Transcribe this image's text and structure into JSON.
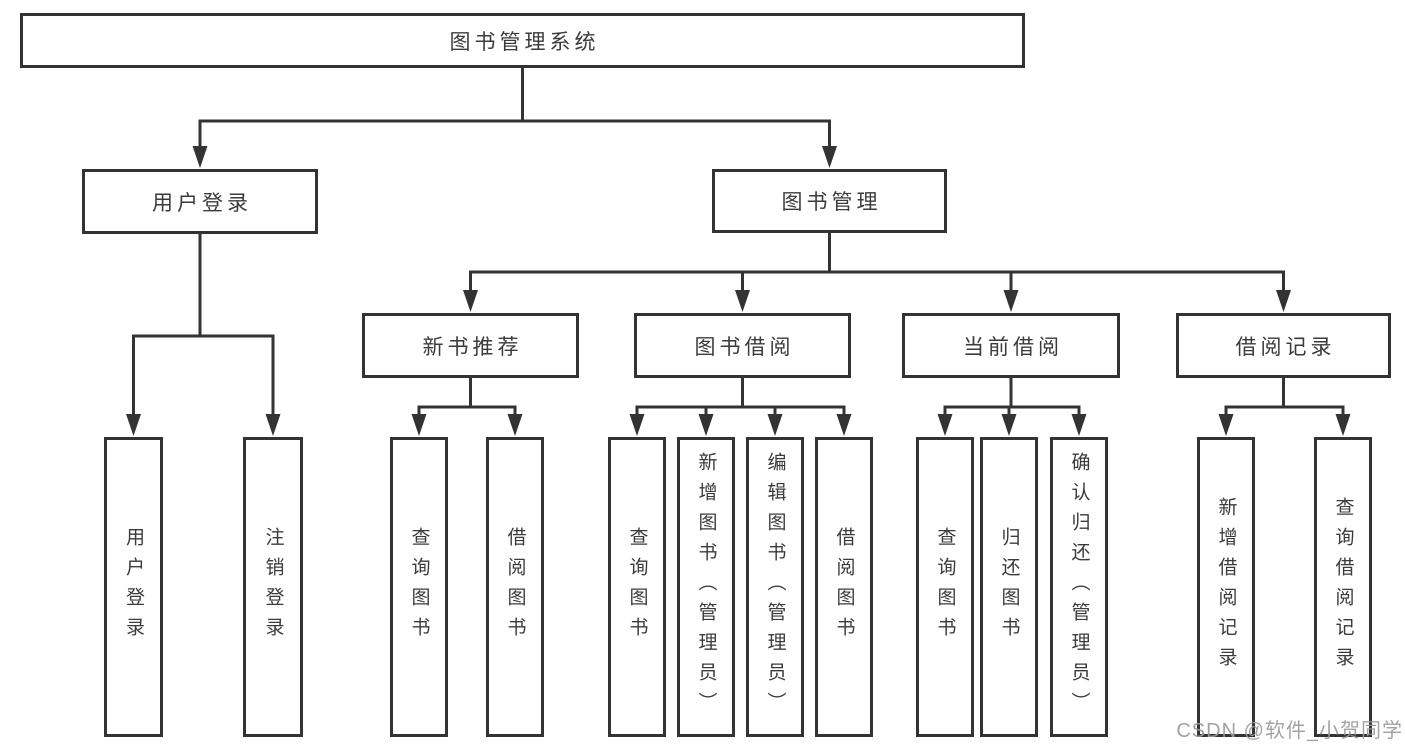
{
  "diagram": {
    "root": {
      "label": "图书管理系统"
    },
    "branches": [
      {
        "label": "用户登录",
        "children": [
          "用户登录",
          "注销登录"
        ]
      },
      {
        "label": "图书管理",
        "sections": [
          {
            "label": "新书推荐",
            "children": [
              "查询图书",
              "借阅图书"
            ]
          },
          {
            "label": "图书借阅",
            "children": [
              "查询图书",
              "新增图书（管理员）",
              "编辑图书（管理员）",
              "借阅图书"
            ]
          },
          {
            "label": "当前借阅",
            "children": [
              "查询图书",
              "归还图书",
              "确认归还（管理员）"
            ]
          },
          {
            "label": "借阅记录",
            "children": [
              "新增借阅记录",
              "查询借阅记录"
            ]
          }
        ]
      }
    ]
  },
  "watermark": {
    "text": "CSDN @软件_小贺同学"
  },
  "colors": {
    "line": "#333333",
    "text": "#3b3b3b",
    "background": "#ffffff",
    "watermark": "#9b9b9b"
  }
}
